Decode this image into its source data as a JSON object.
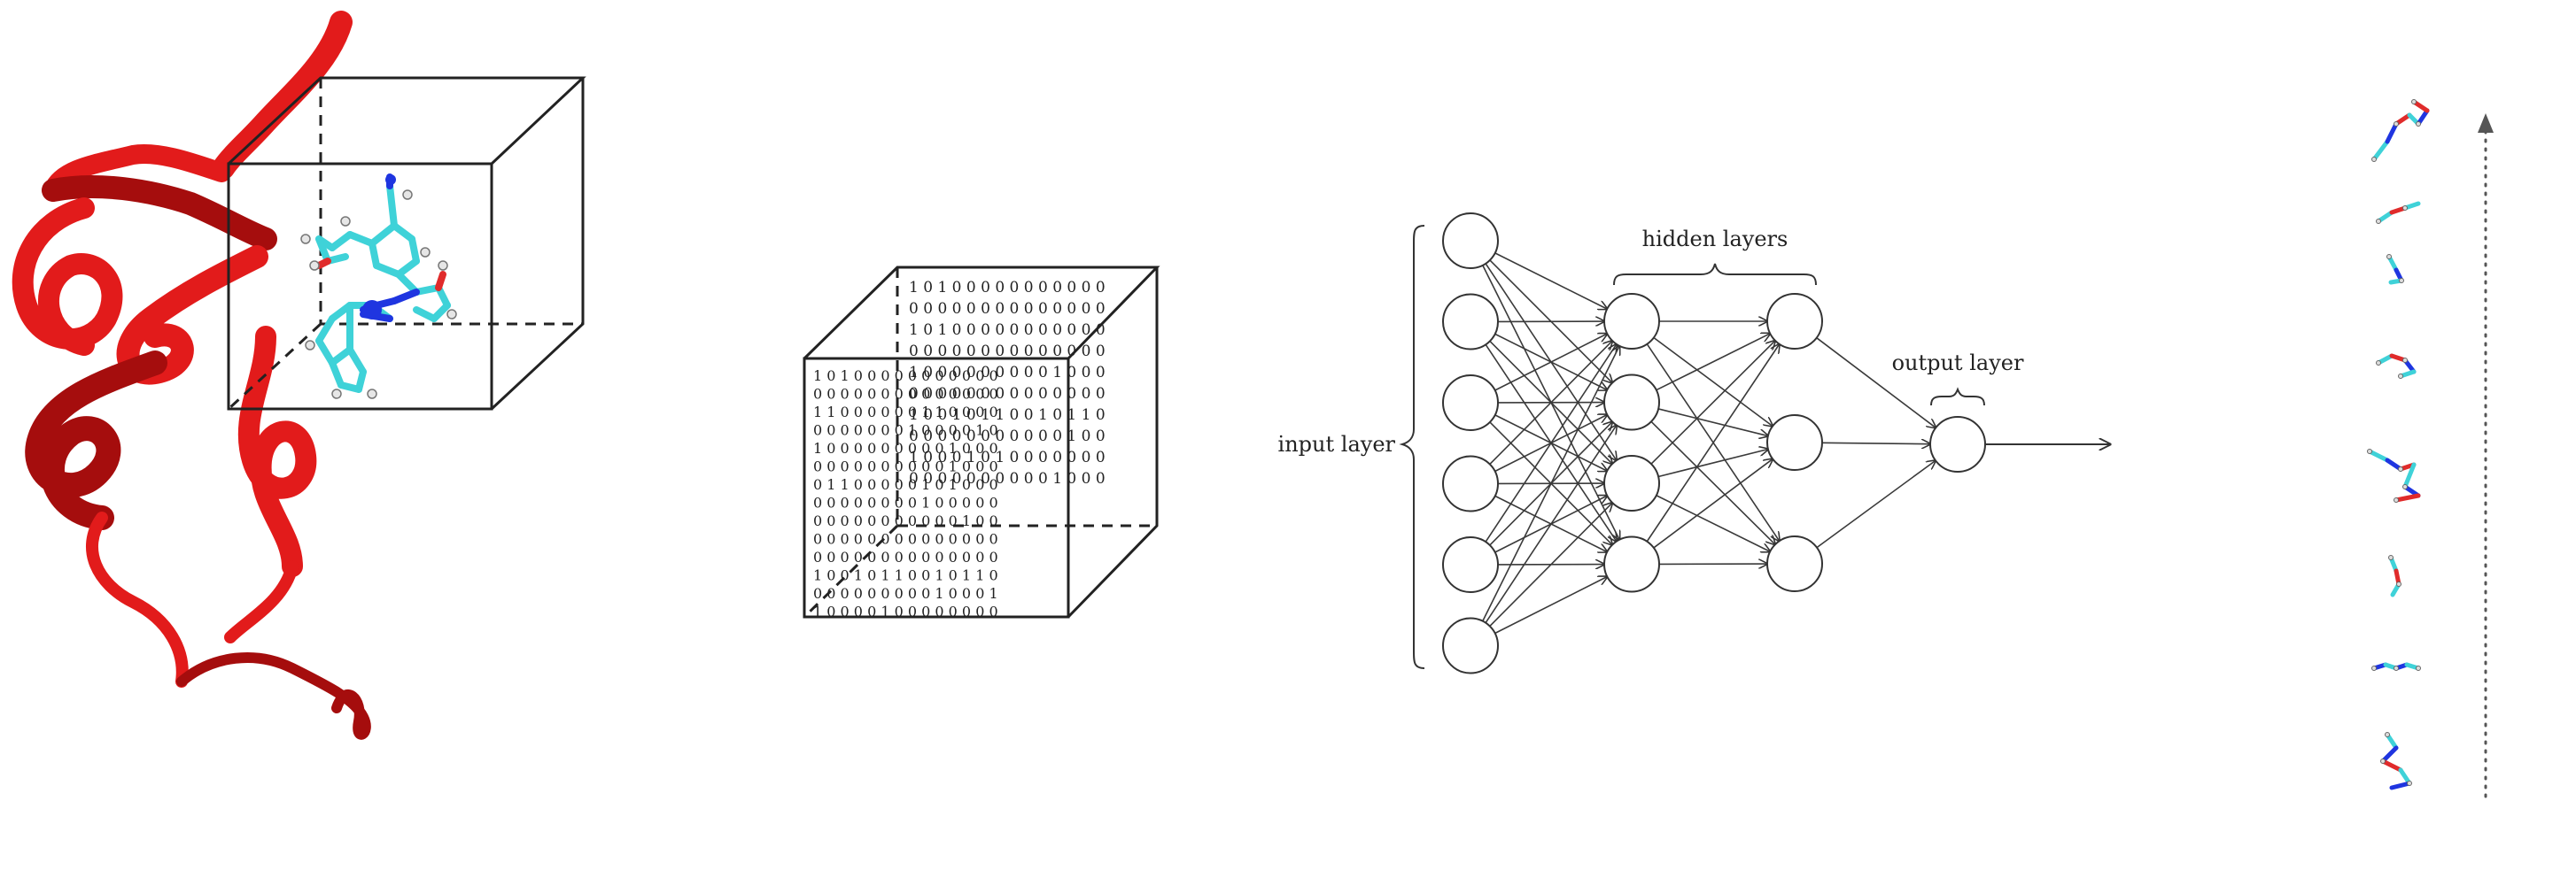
{
  "colors": {
    "protein": "#e21b1b",
    "protein_dark": "#a50d0d",
    "ligand_carbon": "#3fd2d8",
    "ligand_nitrogen": "#1f35e0",
    "ligand_oxygen": "#e02b2b",
    "line": "#333333",
    "faded": "#9a9a9a"
  },
  "voxel_grid": {
    "front_rows": [
      "1 0 1 0 0 0 0 0 0 0 0 0 0 0",
      "0 0 0 0 0 0 0 0 0 0 0 0 0 0",
      "1 1 0 0 0 0 0 0 1 1 0 0 0 0",
      "0 0 0 0 0 0 0 1 0 0 0 0 1 0",
      "1 0 0 0 0 0 0 0 0 0 1 0 0 0",
      "0 0 0 0 0 0 0 0 0 0 1 0 0 0",
      "0 1 1 0 0 0 0 0 1 0 1 0 0 0",
      "0 0 0 0 0 0 0 0 1 0 0 0 0 0",
      "0 0 0 0 0 0 0 0 0 0 0 1 0 0",
      "0 0 0 0 0 0 0 0 0 0 0 0 0 0",
      "0 0 0 0 0 0 0 0 0 0 0 0 0 0",
      "1 0 0 1 0 1 1 0 0 1 0 1 1 0",
      "0 0 0 0 0 0 0 0 0 1 0 0 0 1",
      "1 0 0 0 0 1 0 0 0 0 0 0 0 0"
    ],
    "back_rows": [
      "1 0 1 0 0 0 0 0 0 0 0 0 0 0",
      "0 0 0 0 0 0 0 0 0 0 0 0 0 0",
      "1 0 1 0 0 0 0 0 0 0 0 0 0 0",
      "0 0 0 0 0 0 0 0 0 0 0 0 0 0",
      "1 0 0 0 0 0 0 0 0 0 1 0 0 0",
      "0 0 0 0 0 0 0 0 0 0 0 0 0 0",
      "1 0 0 1 0 1 1 0 0 1 0 1 1 0",
      "0 0 0 0 0 0 0 0 0 0 0 1 0 0",
      "1 0 0 0 1 0 1 0 0 0 0 0 0 0",
      "0 0 0 0 0 0 0 0 0 0 1 0 0 0"
    ]
  },
  "network": {
    "input_label": "input layer",
    "hidden_label": "hidden layers",
    "output_label": "output layer",
    "layers": [
      6,
      4,
      3,
      1
    ]
  },
  "ranking": {
    "ligand_count": 8,
    "arrow_style": "dotted-upward"
  }
}
